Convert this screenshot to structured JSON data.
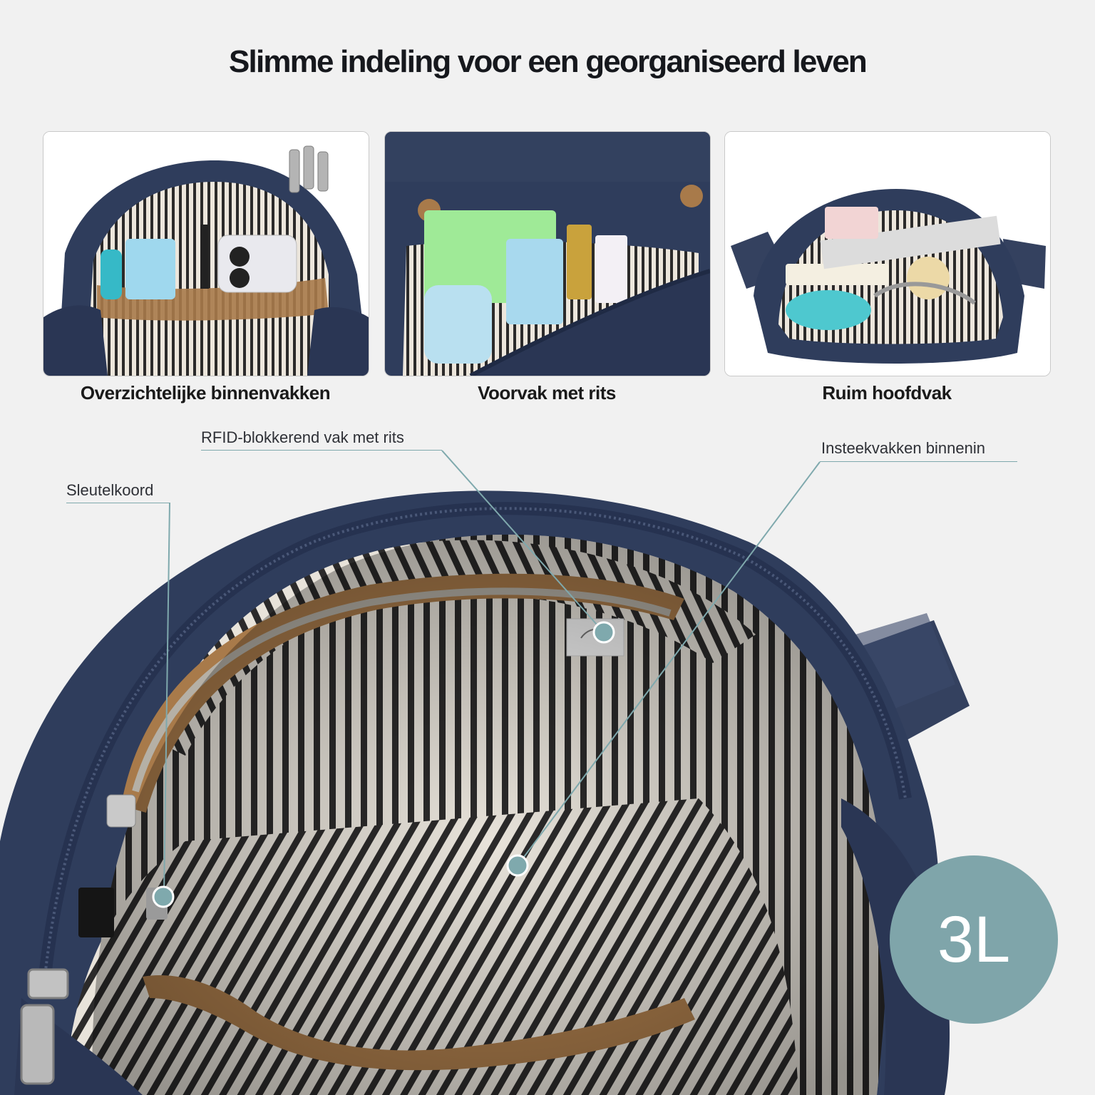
{
  "heading": "Slimme indeling voor een georganiseerd leven",
  "panels": [
    {
      "caption": "Overzichtelijke binnenvakken",
      "icon": "inner-compartments-photo"
    },
    {
      "caption": "Voorvak met rits",
      "icon": "front-zip-pocket-photo"
    },
    {
      "caption": "Ruim hoofdvak",
      "icon": "main-compartment-photo"
    }
  ],
  "callouts": {
    "rfid": "RFID-blokkerend vak met rits",
    "insert": "Insteekvakken binnenin",
    "keycord": "Sleutelkoord"
  },
  "capacity_badge": "3L",
  "colors": {
    "accent": "#7fa5aa",
    "bag_navy": "#2f3d5c",
    "leather_tan": "#a87a4a",
    "background": "#f1f1f1"
  }
}
